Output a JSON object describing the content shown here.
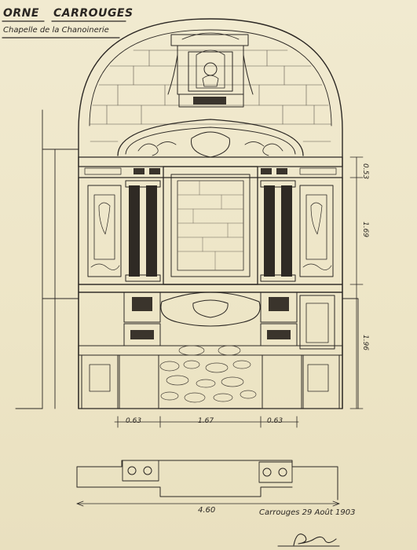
{
  "header": {
    "department": "ORNE",
    "town": "CARROUGES",
    "subtitle": "Chapelle de la Chanoinerie"
  },
  "dimensions": {
    "panel_height_top": "0.53",
    "panel_height_upper": "1.69",
    "panel_height_lower": "1.96",
    "width_left": "0.63",
    "width_center": "1.67",
    "width_right": "0.63",
    "total_width": "4.60"
  },
  "signature": {
    "place_date": "Carrouges 29 Août 1903"
  }
}
